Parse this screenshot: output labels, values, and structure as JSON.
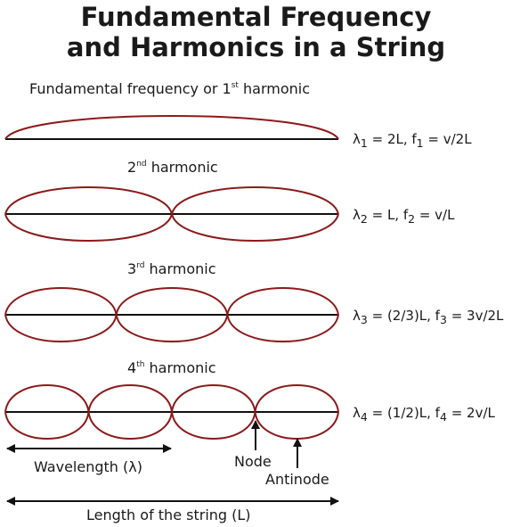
{
  "title": {
    "line1": "Fundamental Frequency",
    "line2": "and Harmonics in a String"
  },
  "harmonics": [
    {
      "label_pre": "Fundamental frequency or 1",
      "label_sup": "st",
      "label_post": " harmonic",
      "formula": {
        "lambda": "λ",
        "lsub": "1",
        "lrest": " = 2L, f",
        "fsub": "1",
        "frest": " = v/2L"
      }
    },
    {
      "label_pre": "2",
      "label_sup": "nd",
      "label_post": " harmonic",
      "formula": {
        "lambda": "λ",
        "lsub": "2",
        "lrest": " = L, f",
        "fsub": "2",
        "frest": " = v/L"
      }
    },
    {
      "label_pre": "3",
      "label_sup": "rd",
      "label_post": " harmonic",
      "formula": {
        "lambda": "λ",
        "lsub": "3",
        "lrest": " = (2/3)L, f",
        "fsub": "3",
        "frest": " = 3v/2L"
      }
    },
    {
      "label_pre": "4",
      "label_sup": "th",
      "label_post": " harmonic",
      "formula": {
        "lambda": "λ",
        "lsub": "4",
        "lrest": " = (1/2)L, f",
        "fsub": "4",
        "frest": " = 2v/L"
      }
    }
  ],
  "annotations": {
    "wavelength": "Wavelength (λ)",
    "node": "Node",
    "antinode": "Antinode",
    "length": "Length of the string (L)"
  },
  "colors": {
    "wave": "#8b1a1a",
    "string": "#111111"
  }
}
